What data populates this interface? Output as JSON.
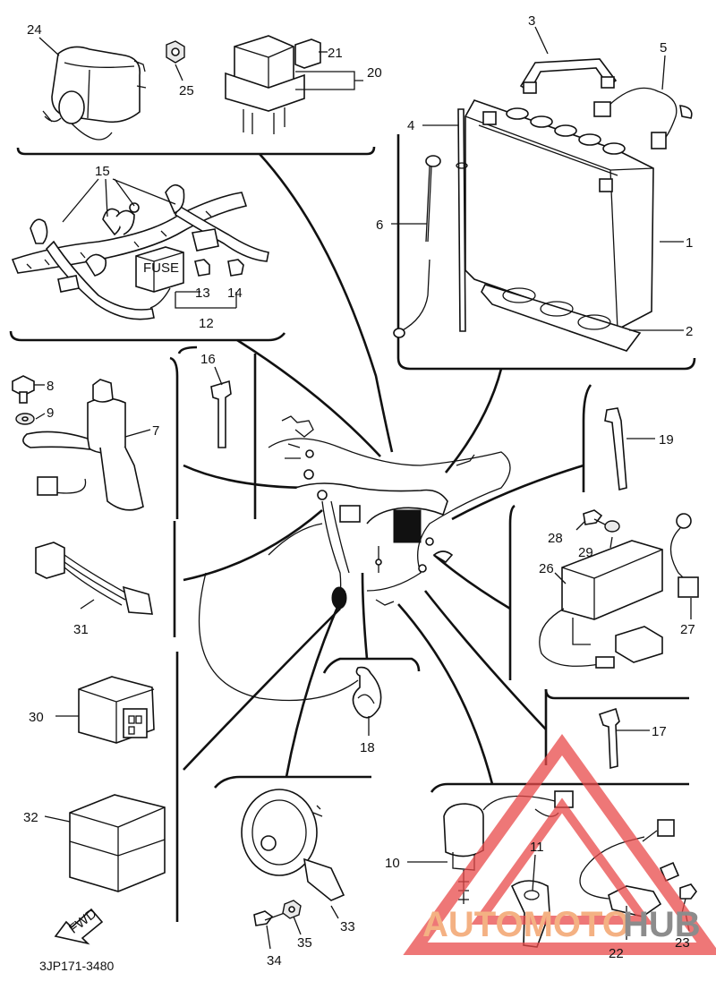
{
  "diagram": {
    "code": "3JP171-3480",
    "fwd_label": "FWD",
    "fuse_label": "FUSE",
    "callouts": [
      "1",
      "2",
      "3",
      "4",
      "5",
      "6",
      "7",
      "8",
      "9",
      "10",
      "11",
      "12",
      "13",
      "14",
      "15",
      "16",
      "17",
      "18",
      "19",
      "20",
      "21",
      "22",
      "23",
      "24",
      "25",
      "26",
      "27",
      "28",
      "29",
      "30",
      "31",
      "32",
      "33",
      "34",
      "35"
    ]
  },
  "watermark": {
    "text_a": "AUTOMOTO",
    "text_b": "HUB",
    "color_a": "#f4b183",
    "color_b": "#8c8c8c",
    "triangle_color": "#e84a4a"
  }
}
